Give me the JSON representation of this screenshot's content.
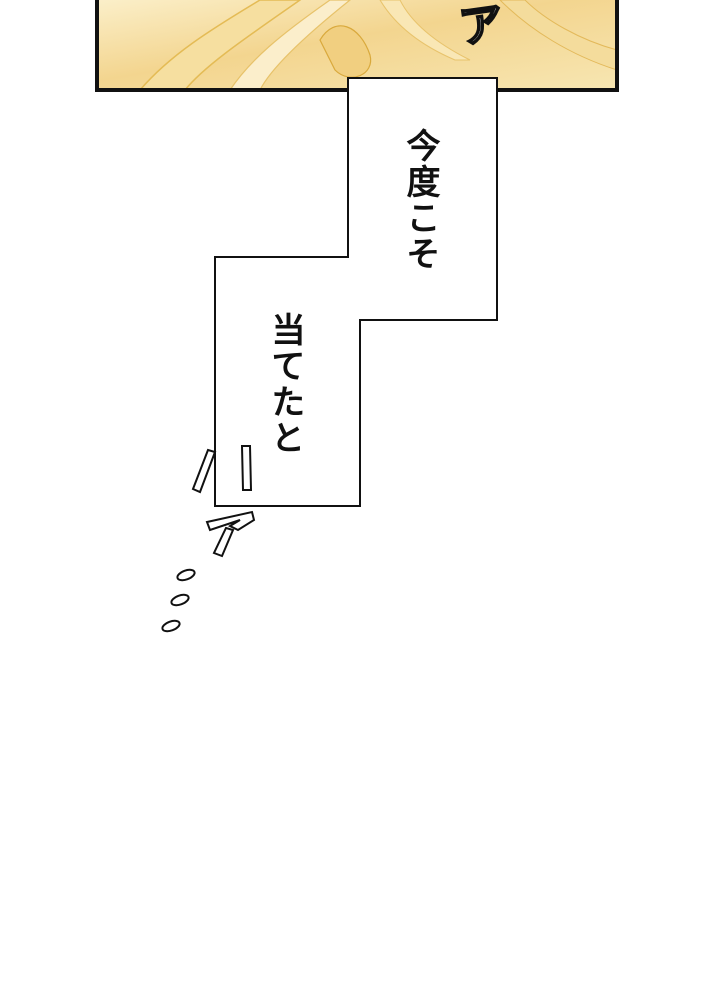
{
  "panel": {
    "background_colors": [
      "#f7e6b2",
      "#f3d58f",
      "#fbefc9"
    ],
    "border_color": "#111111",
    "sfx_text": "ア"
  },
  "caption_box": {
    "line_1": "今度こそ",
    "line_2": "当てたと"
  },
  "sfx": {
    "ha_strokes": "ハ",
    "a_char": "ア",
    "dots": "…"
  }
}
